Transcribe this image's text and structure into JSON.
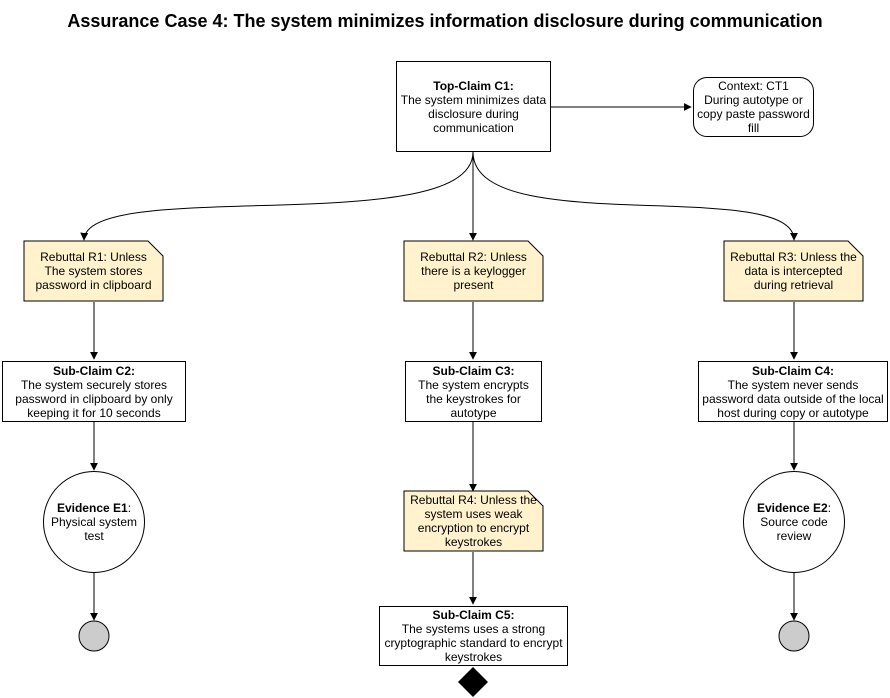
{
  "title": "Assurance Case 4: The system minimizes information disclosure during communication",
  "colors": {
    "rebuttal_fill": "#fff2cc",
    "stroke": "#000000",
    "undeveloped_fill": "#cccccc",
    "background": "#ffffff"
  },
  "nodes": {
    "top_claim": {
      "heading": "Top-Claim C1:",
      "text": "The system minimizes data disclosure during communication"
    },
    "context": {
      "heading": "Context: CT1",
      "text": "During autotype or copy paste password fill"
    },
    "rebuttal_r1": {
      "text": "Rebuttal R1: Unless The system stores password in clipboard"
    },
    "rebuttal_r2": {
      "text": "Rebuttal R2: Unless there is a keylogger present"
    },
    "rebuttal_r3": {
      "text": "Rebuttal R3: Unless the data is intercepted during retrieval"
    },
    "sub_claim_c2": {
      "heading": "Sub-Claim C2:",
      "text": "The system securely stores password in clipboard by only keeping it for 10 seconds"
    },
    "sub_claim_c3": {
      "heading": "Sub-Claim C3:",
      "text": "The system encrypts the keystrokes for autotype"
    },
    "sub_claim_c4": {
      "heading": "Sub-Claim C4:",
      "text": "The system never sends password data outside of the local host during copy or autotype"
    },
    "evidence_e1": {
      "heading": "Evidence E1",
      "text": "Physical system test"
    },
    "rebuttal_r4": {
      "text": "Rebuttal R4: Unless the system uses weak encryption to encrypt keystrokes"
    },
    "evidence_e2": {
      "heading": "Evidence E2",
      "text": "Source code review"
    },
    "sub_claim_c5": {
      "heading": "Sub-Claim C5:",
      "text": "The systems uses a strong cryptographic standard to encrypt keystrokes"
    }
  },
  "symbols": {
    "undeveloped_left": "undeveloped-circle",
    "undeveloped_right": "undeveloped-circle",
    "undeveloped_bottom": "undeveloped-diamond"
  }
}
